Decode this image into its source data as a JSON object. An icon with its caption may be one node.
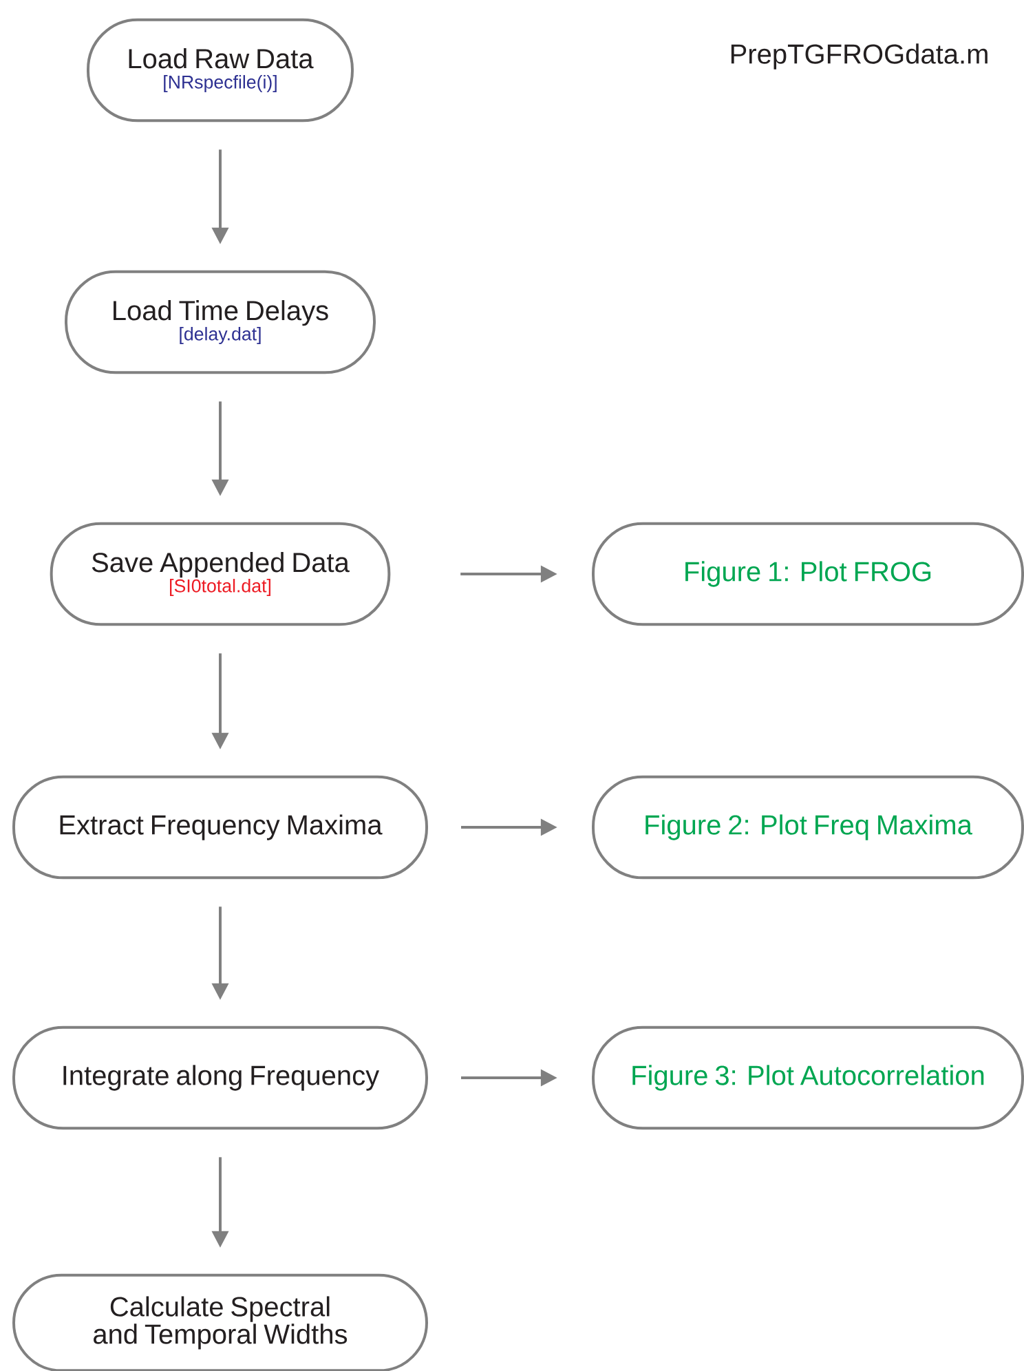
{
  "diagram": {
    "title": "PrepTGFROGdata.m",
    "nodes": [
      {
        "text": [
          "Load Raw Data",
          "[NRspecfile(i)]"
        ]
      },
      {
        "text": [
          "Load Time Delays",
          "[delay.dat]"
        ]
      },
      {
        "text": [
          "Save Appended Data",
          "[SI0total.dat]"
        ]
      },
      {
        "text": [
          "Figure 1: Plot FROG"
        ]
      },
      {
        "text": [
          "Extract Frequency Maxima"
        ]
      },
      {
        "text": [
          "Figure 2: Plot Freq Maxima"
        ]
      },
      {
        "text": [
          "Integrate along Frequency"
        ]
      },
      {
        "text": [
          "Figure 3: Plot Autocorrelation"
        ]
      },
      {
        "text": [
          "Calculate Spectral and Temporal Widths"
        ]
      }
    ],
    "edges": [
      {
        "from": 0,
        "to": 1,
        "arrow": "to"
      },
      {
        "from": 1,
        "to": 2,
        "arrow": "to"
      },
      {
        "from": 2,
        "to": 3,
        "arrow": "to"
      },
      {
        "from": 2,
        "to": 4,
        "arrow": "to"
      },
      {
        "from": 4,
        "to": 5,
        "arrow": "to"
      },
      {
        "from": 4,
        "to": 6,
        "arrow": "to"
      },
      {
        "from": 6,
        "to": 7,
        "arrow": "to"
      },
      {
        "from": 6,
        "to": 8,
        "arrow": "to"
      }
    ]
  }
}
